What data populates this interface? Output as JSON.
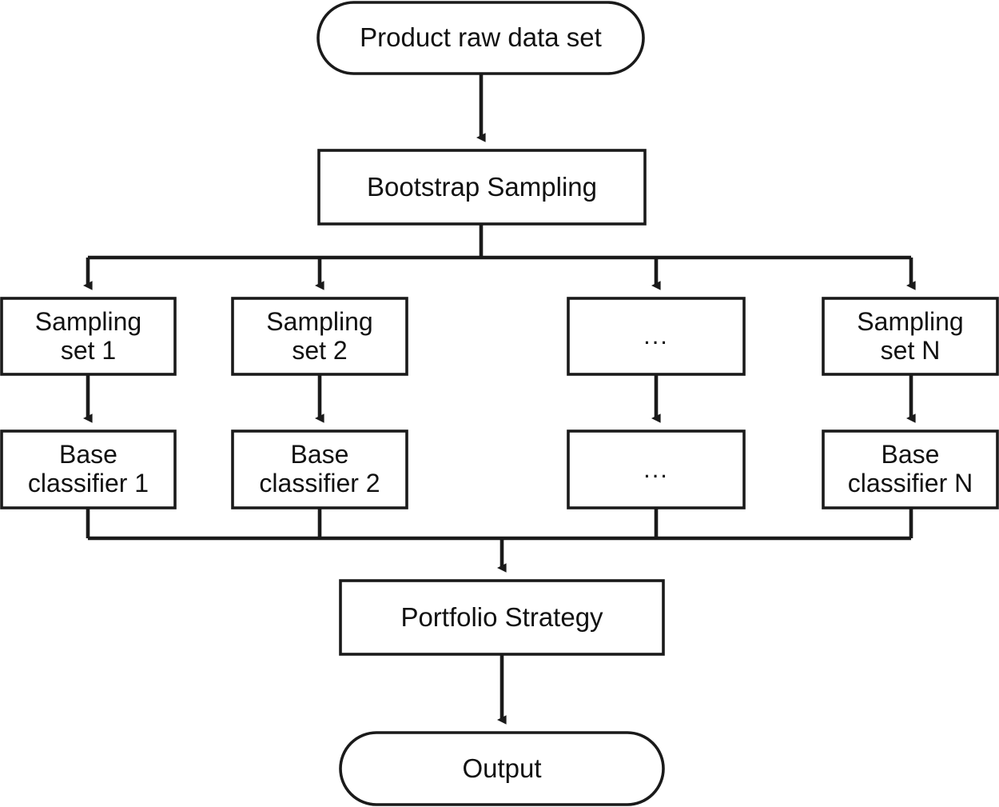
{
  "diagram": {
    "title": "Bagging ensemble flowchart",
    "stroke_color": "#1a1a1a",
    "fill_color": "#ffffff",
    "text_color": "#111111",
    "nodes": {
      "raw_data": {
        "label": "Product raw data set",
        "shape": "rounded-terminator"
      },
      "bootstrap": {
        "label": "Bootstrap  Sampling",
        "shape": "rectangle"
      },
      "sampling_set_1": {
        "label": "Sampling\nset 1",
        "shape": "rectangle"
      },
      "sampling_set_2": {
        "label": "Sampling\nset 2",
        "shape": "rectangle"
      },
      "sampling_set_ellipsis": {
        "label": "...",
        "shape": "rectangle"
      },
      "sampling_set_n": {
        "label": "Sampling\nset N",
        "shape": "rectangle"
      },
      "base_classifier_1": {
        "label": "Base\nclassifier 1",
        "shape": "rectangle"
      },
      "base_classifier_2": {
        "label": "Base\nclassifier 2",
        "shape": "rectangle"
      },
      "base_classifier_ellipsis": {
        "label": "...",
        "shape": "rectangle"
      },
      "base_classifier_n": {
        "label": "Base\nclassifier N",
        "shape": "rectangle"
      },
      "portfolio_strategy": {
        "label": "Portfolio Strategy",
        "shape": "rectangle"
      },
      "output": {
        "label": "Output",
        "shape": "rounded-terminator"
      }
    },
    "edges": [
      {
        "from": "raw_data",
        "to": "bootstrap",
        "style": "arrow-down"
      },
      {
        "from": "bootstrap",
        "to": "split-bus",
        "style": "line-down"
      },
      {
        "from": "split-bus",
        "to": "sampling_set_1",
        "style": "arrow-down"
      },
      {
        "from": "split-bus",
        "to": "sampling_set_2",
        "style": "arrow-down"
      },
      {
        "from": "split-bus",
        "to": "sampling_set_ellipsis",
        "style": "arrow-down"
      },
      {
        "from": "split-bus",
        "to": "sampling_set_n",
        "style": "arrow-down"
      },
      {
        "from": "sampling_set_1",
        "to": "base_classifier_1",
        "style": "arrow-down"
      },
      {
        "from": "sampling_set_2",
        "to": "base_classifier_2",
        "style": "arrow-down"
      },
      {
        "from": "sampling_set_ellipsis",
        "to": "base_classifier_ellipsis",
        "style": "arrow-down"
      },
      {
        "from": "sampling_set_n",
        "to": "base_classifier_n",
        "style": "arrow-down"
      },
      {
        "from": "base_classifier_1",
        "to": "merge-bus",
        "style": "line-down"
      },
      {
        "from": "base_classifier_2",
        "to": "merge-bus",
        "style": "line-down"
      },
      {
        "from": "base_classifier_ellipsis",
        "to": "merge-bus",
        "style": "line-down"
      },
      {
        "from": "base_classifier_n",
        "to": "merge-bus",
        "style": "line-down"
      },
      {
        "from": "merge-bus",
        "to": "portfolio_strategy",
        "style": "arrow-down"
      },
      {
        "from": "portfolio_strategy",
        "to": "output",
        "style": "arrow-down"
      }
    ]
  }
}
